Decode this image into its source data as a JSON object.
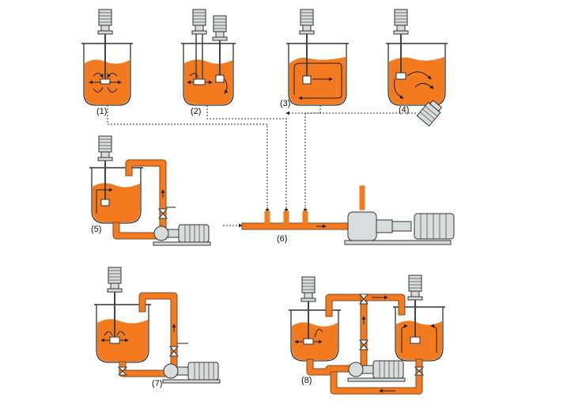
{
  "diagram": {
    "labels": {
      "c1": "(1)",
      "c2": "(2)",
      "c3": "(3)",
      "c4": "(4)",
      "c5": "(5)",
      "c6": "(6)",
      "c7": "(7)",
      "c8": "(8)"
    },
    "colors": {
      "liquid": "#f37a1f",
      "outline": "#333333",
      "motor": "#d8dcdc"
    }
  }
}
